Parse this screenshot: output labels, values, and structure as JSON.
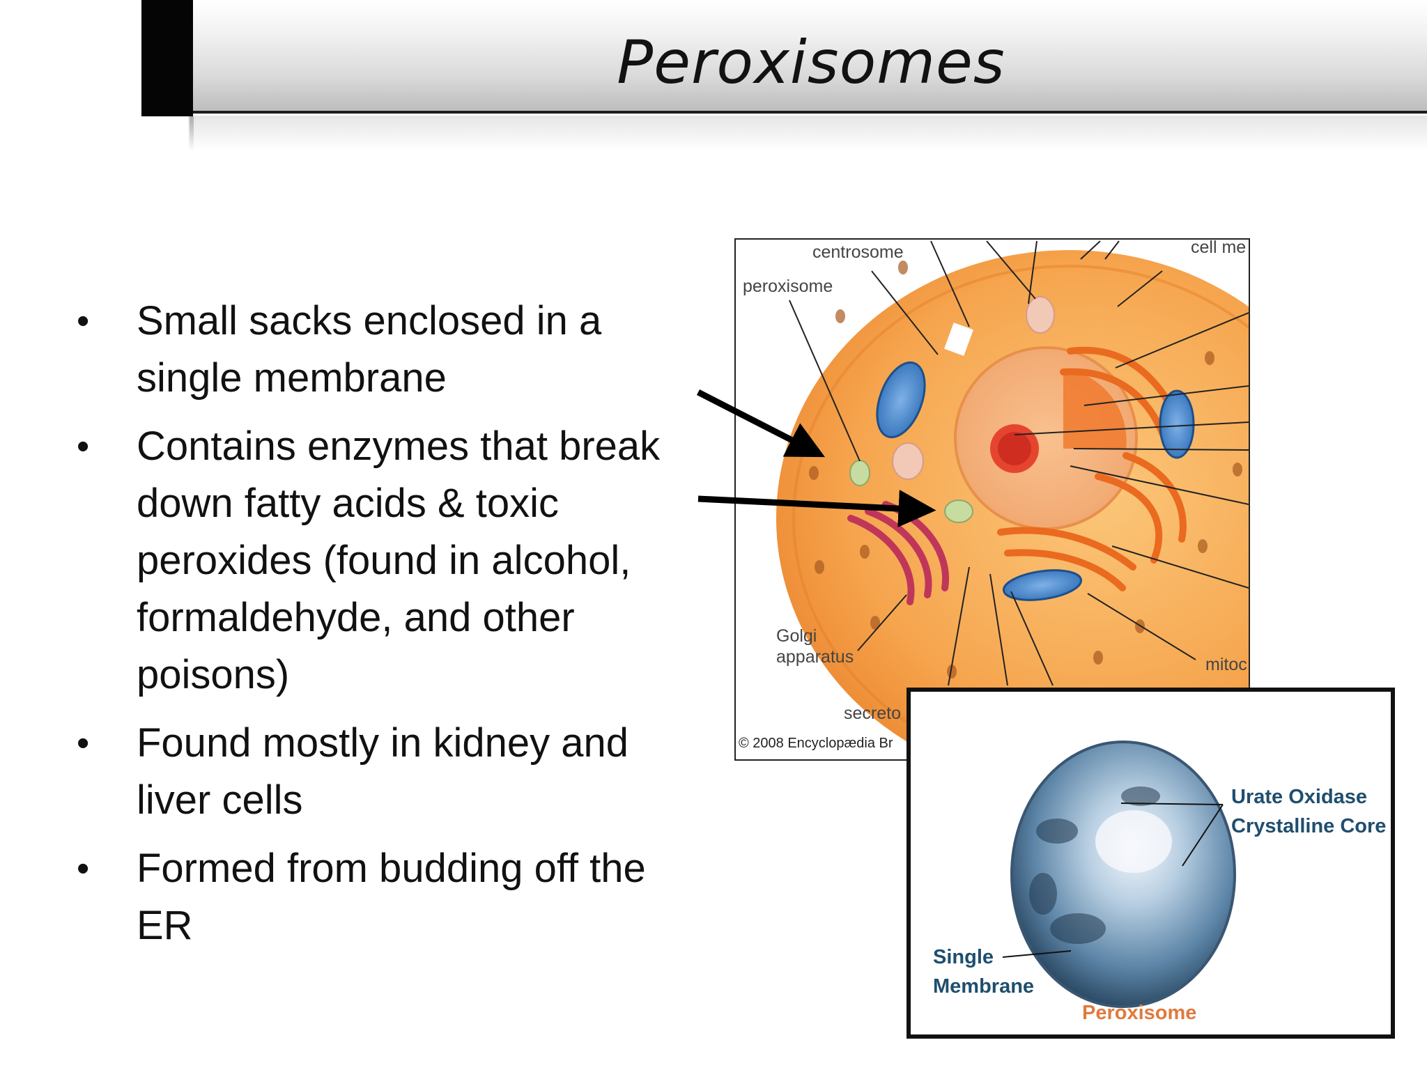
{
  "slide": {
    "title": "Peroxisomes",
    "bullets": [
      "Small sacks enclosed in a single membrane",
      "Contains enzymes that break down fatty acids & toxic peroxides (found in alcohol, formaldehyde, and other poisons)",
      "Found mostly in kidney and liver cells",
      "Formed from budding off the ER"
    ],
    "bullet_symbol": "•"
  },
  "cell_diagram": {
    "labels": {
      "centrosome": "centrosome",
      "peroxisome": "peroxisome",
      "cell_membrane": "cell me",
      "golgi_1": "Golgi",
      "golgi_2": "apparatus",
      "secretory": "secreto",
      "mitochondrion": "mitoc"
    },
    "copyright": "© 2008 Encyclopædia Br"
  },
  "peroxisome_inset": {
    "core_label_1": "Urate Oxidase",
    "core_label_2": "Crystalline Core",
    "membrane_label_1": "Single",
    "membrane_label_2": "Membrane",
    "caption": "Peroxisome"
  },
  "colors": {
    "cell_orange": "#f4a04a",
    "nucleus": "#f07a2e",
    "inset_label": "#1f4e6e",
    "inset_caption": "#e07a3c"
  }
}
